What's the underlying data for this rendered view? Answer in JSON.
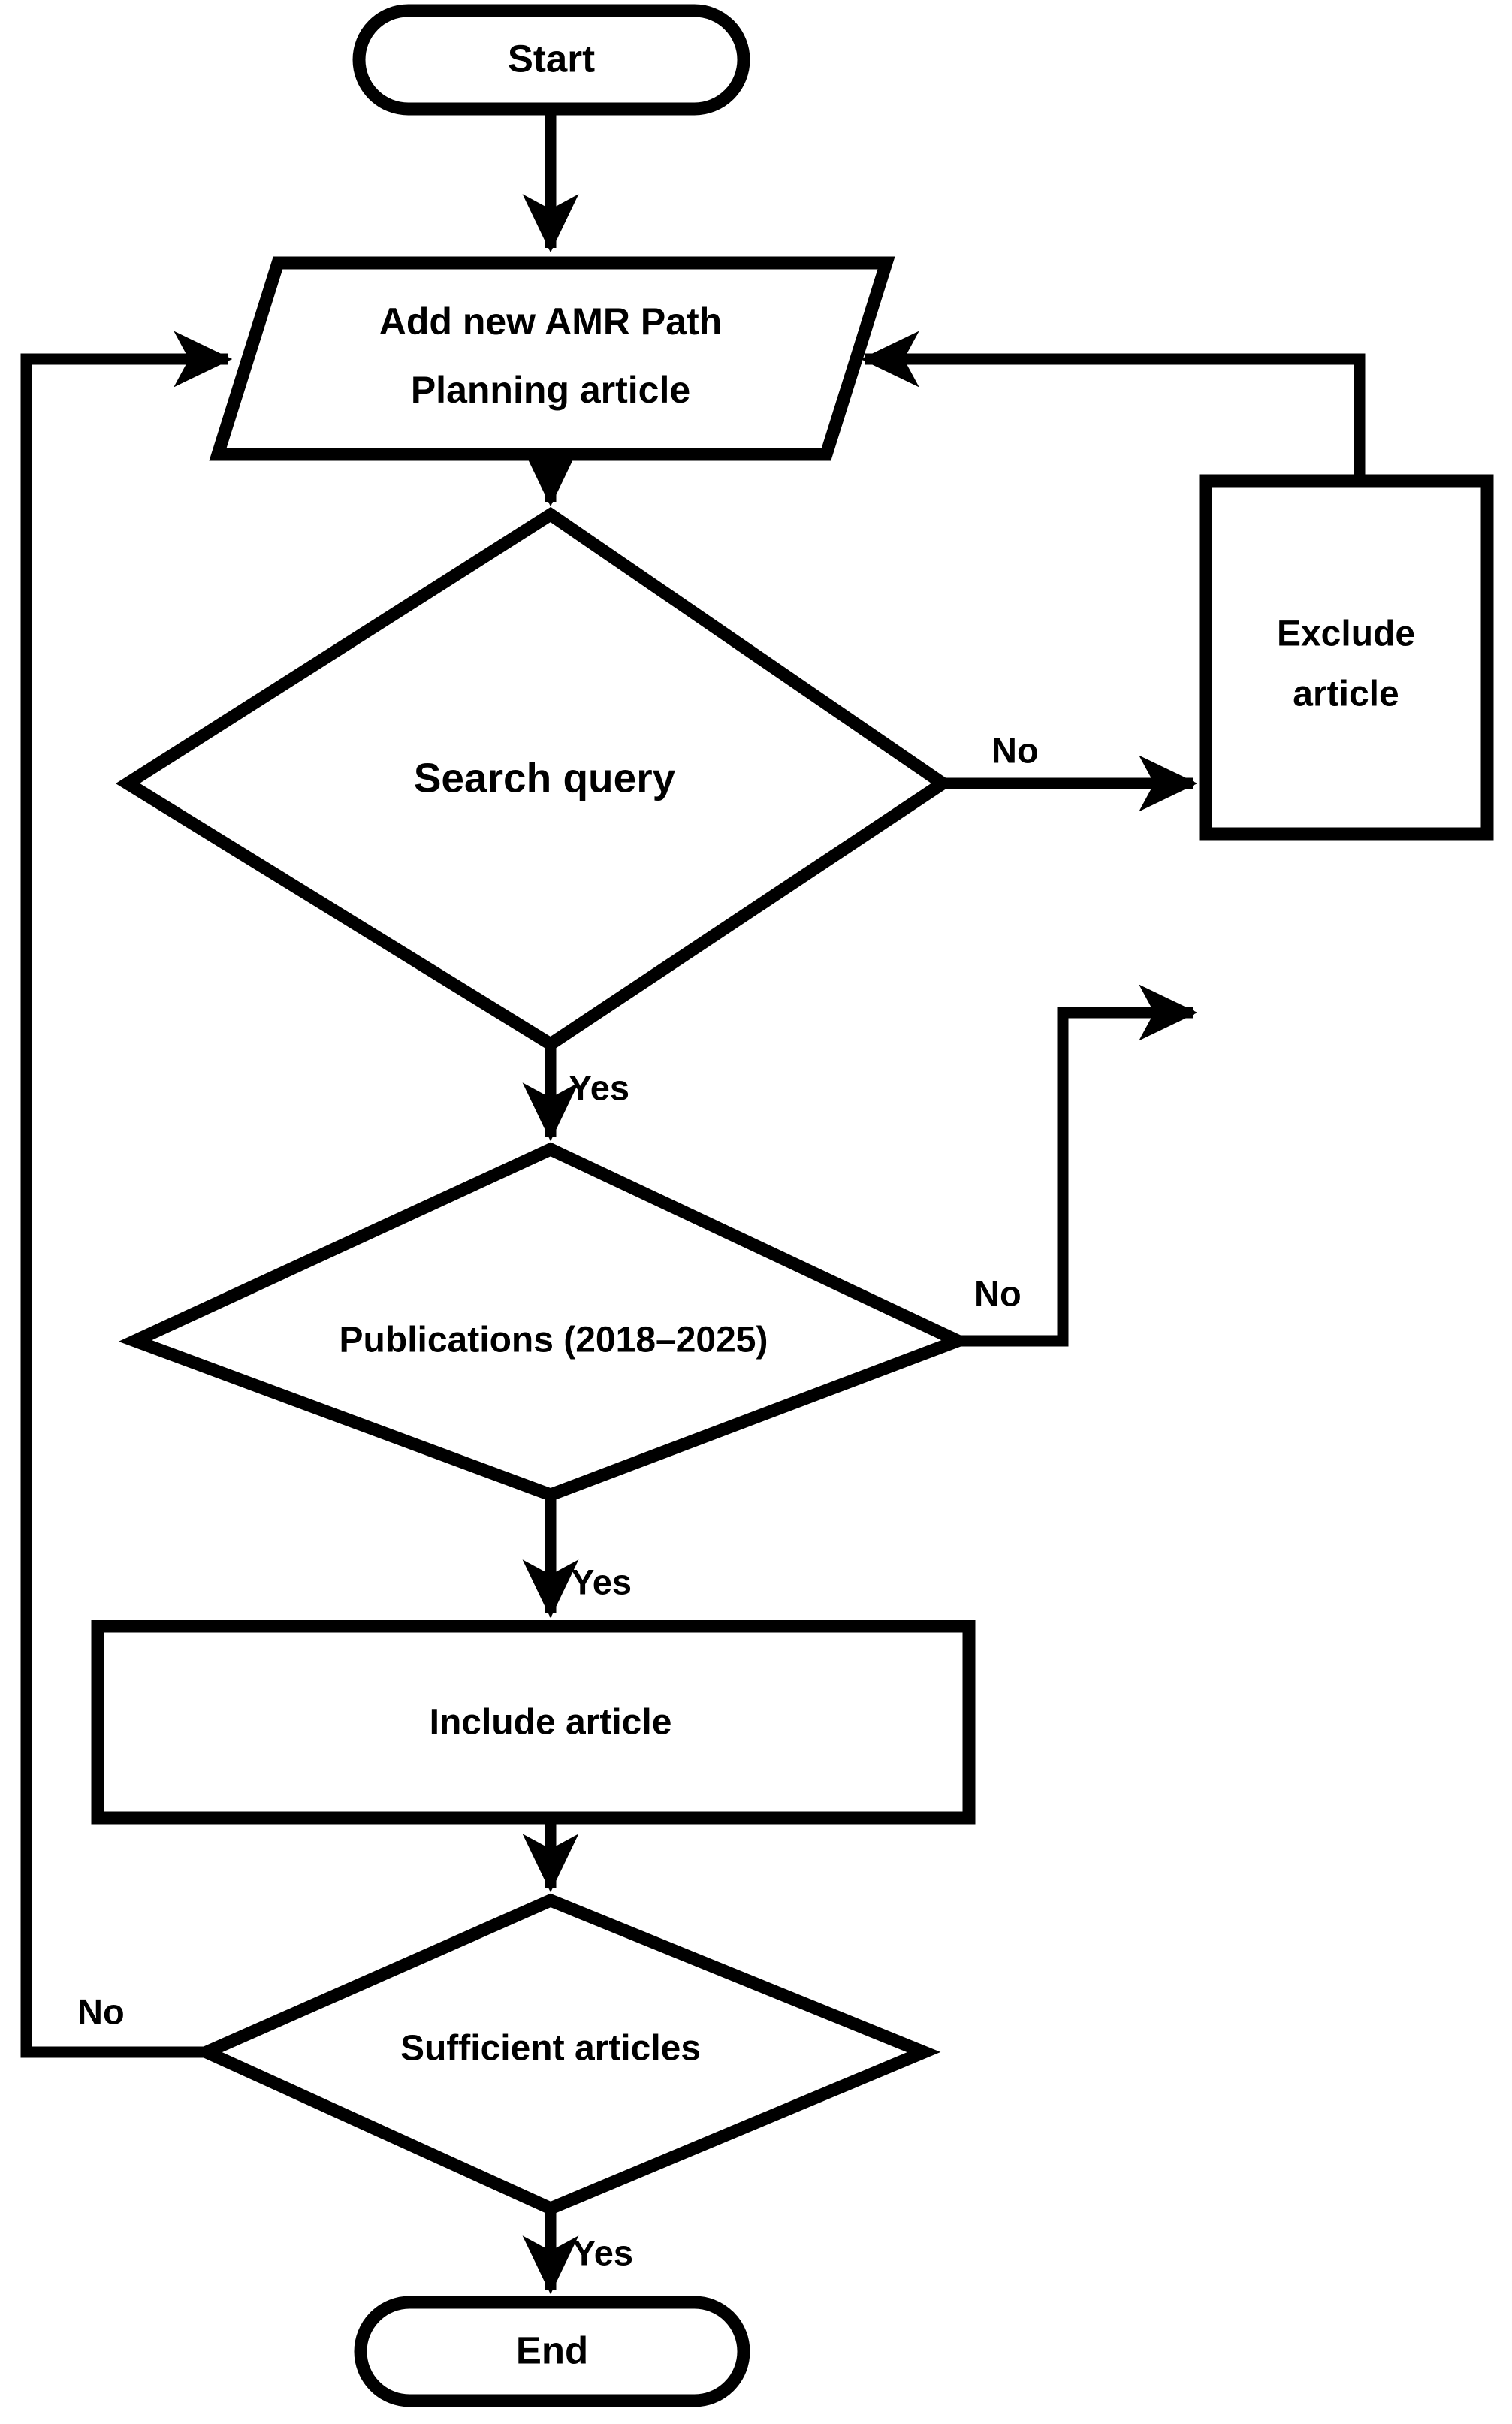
{
  "diagram": {
    "type": "flowchart",
    "orientation": "top-to-bottom",
    "background_color": "#ffffff",
    "line_color": "#000000",
    "fill_color": "#ffffff",
    "nodes": [
      {
        "id": "start",
        "shape": "terminator",
        "label": "Start"
      },
      {
        "id": "add",
        "shape": "parallelogram",
        "label_line1": "Add new AMR Path",
        "label_line2": "Planning article"
      },
      {
        "id": "search",
        "shape": "decision",
        "label": "Search query"
      },
      {
        "id": "exclude",
        "shape": "process",
        "label_line1": "Exclude",
        "label_line2": "article"
      },
      {
        "id": "publications",
        "shape": "decision",
        "label": "Publications (2018–2025)"
      },
      {
        "id": "include",
        "shape": "process",
        "label": "Include article"
      },
      {
        "id": "sufficient",
        "shape": "decision",
        "label": "Sufficient articles"
      },
      {
        "id": "end",
        "shape": "terminator",
        "label": "End"
      }
    ],
    "edge_labels": {
      "search_no": "No",
      "search_yes": "Yes",
      "publications_no": "No",
      "publications_yes": "Yes",
      "sufficient_no": "No",
      "sufficient_yes": "Yes"
    },
    "edges": [
      {
        "from": "start",
        "to": "add",
        "label": ""
      },
      {
        "from": "add",
        "to": "search",
        "label": ""
      },
      {
        "from": "search",
        "to": "exclude",
        "label": "No"
      },
      {
        "from": "search",
        "to": "publications",
        "label": "Yes"
      },
      {
        "from": "publications",
        "to": "exclude",
        "label": "No"
      },
      {
        "from": "publications",
        "to": "include",
        "label": "Yes"
      },
      {
        "from": "exclude",
        "to": "add",
        "label": ""
      },
      {
        "from": "include",
        "to": "sufficient",
        "label": ""
      },
      {
        "from": "sufficient",
        "to": "add",
        "label": "No"
      },
      {
        "from": "sufficient",
        "to": "end",
        "label": "Yes"
      }
    ]
  }
}
